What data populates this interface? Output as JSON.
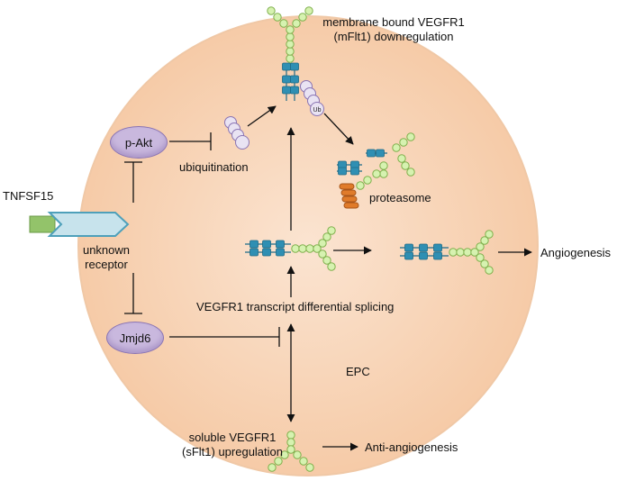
{
  "labels": {
    "membrane": "membrane bound VEGFR1",
    "membrane_sub": "(mFlt1) downregulation",
    "pakt": "p-Akt",
    "ubiquitination": "ubiquitination",
    "proteasome": "proteasome",
    "tnfsf15": "TNFSF15",
    "receptor_line1": "unknown",
    "receptor_line2": "receptor",
    "jmjd6": "Jmjd6",
    "splicing": "VEGFR1 transcript differential splicing",
    "epc": "EPC",
    "angiogenesis": "Angiogenesis",
    "soluble": "soluble VEGFR1",
    "soluble_sub": "(sFlt1) upregulation",
    "anti_angiogenesis": "Anti-angiogenesis",
    "ub": "Ub"
  },
  "colors": {
    "cell_fill": "#f7cfae",
    "cell_center": "#fbe4d1",
    "cell_border": "#f0c8a6",
    "node_fill": "#c9b8de",
    "node_border": "#8a74b3",
    "receptor_fill": "#c7e3ec",
    "receptor_border": "#4ea0ba",
    "tnfsf15_fill": "#93c36a",
    "bead_fill": "#d6f2b0",
    "bead_border": "#7fb04c",
    "domain_fill": "#2f8fb3",
    "proteasome_fill": "#e07b2a"
  }
}
